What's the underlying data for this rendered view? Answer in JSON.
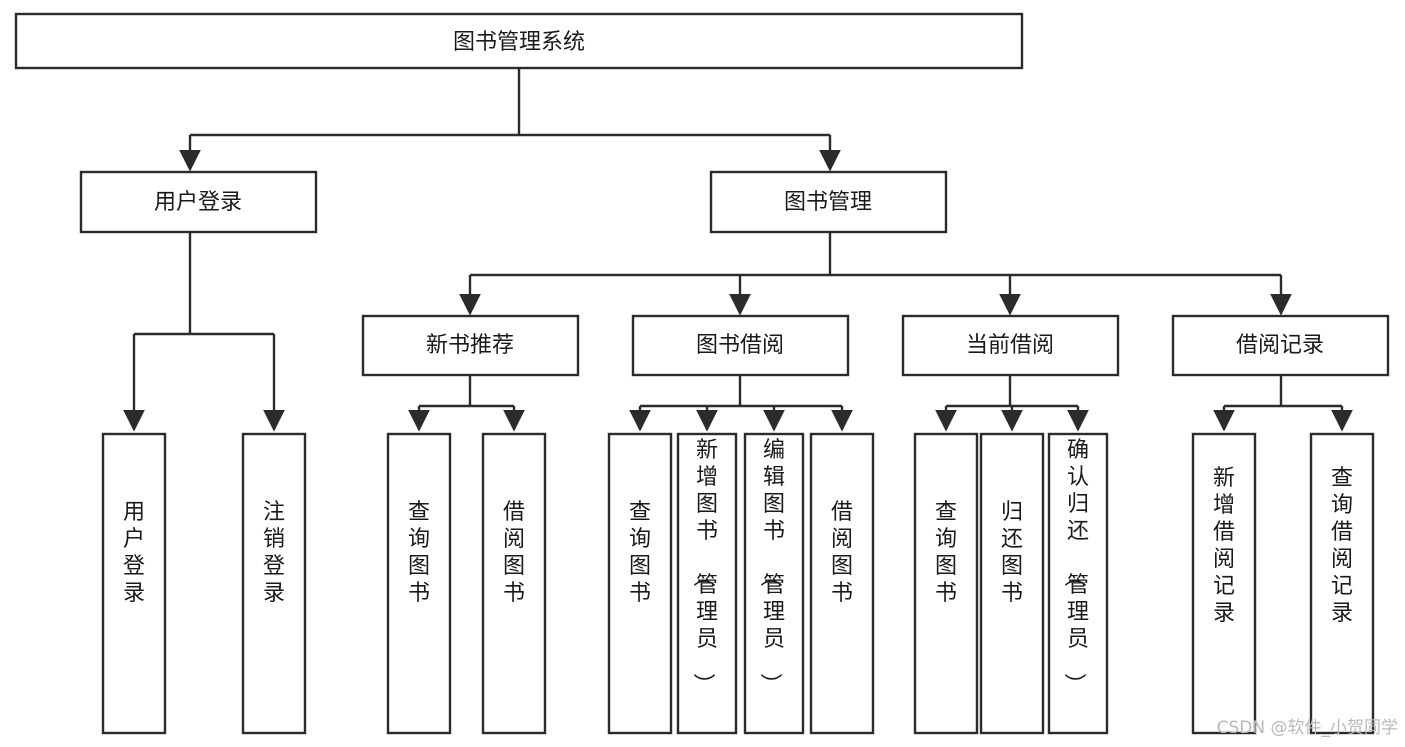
{
  "diagram": {
    "type": "tree-hierarchy-chart",
    "title": "图书管理系统",
    "stroke_color": "#2b2b2b",
    "fill_color": "#ffffff",
    "text_color": "#1a1a1a",
    "watermark": "CSDN @软件_小贺同学",
    "nodes": {
      "root": {
        "label": "图书管理系统",
        "orientation": "horizontal"
      },
      "level2": [
        {
          "id": "user-login",
          "label": "用户登录",
          "orientation": "horizontal"
        },
        {
          "id": "book-manage",
          "label": "图书管理",
          "orientation": "horizontal"
        }
      ],
      "level3": [
        {
          "id": "new-book-recommend",
          "label": "新书推荐",
          "orientation": "horizontal"
        },
        {
          "id": "book-borrow",
          "label": "图书借阅",
          "orientation": "horizontal"
        },
        {
          "id": "current-borrow",
          "label": "当前借阅",
          "orientation": "horizontal"
        },
        {
          "id": "borrow-record",
          "label": "借阅记录",
          "orientation": "horizontal"
        }
      ],
      "leaves": [
        {
          "id": "leaf-user-login",
          "label": "用户登录",
          "parent": "user-login",
          "orientation": "vertical"
        },
        {
          "id": "leaf-logout-login",
          "label": "注销登录",
          "parent": "user-login",
          "orientation": "vertical"
        },
        {
          "id": "leaf-query-book-1",
          "label": "查询图书",
          "parent": "new-book-recommend",
          "orientation": "vertical"
        },
        {
          "id": "leaf-borrow-book-1",
          "label": "借阅图书",
          "parent": "new-book-recommend",
          "orientation": "vertical"
        },
        {
          "id": "leaf-query-book-2",
          "label": "查询图书",
          "parent": "book-borrow",
          "orientation": "vertical"
        },
        {
          "id": "leaf-add-book",
          "label": "新增图书（管理员）",
          "parent": "book-borrow",
          "orientation": "vertical"
        },
        {
          "id": "leaf-edit-book",
          "label": "编辑图书（管理员）",
          "parent": "book-borrow",
          "orientation": "vertical"
        },
        {
          "id": "leaf-borrow-book-2",
          "label": "借阅图书",
          "parent": "book-borrow",
          "orientation": "vertical"
        },
        {
          "id": "leaf-query-book-3",
          "label": "查询图书",
          "parent": "current-borrow",
          "orientation": "vertical"
        },
        {
          "id": "leaf-return-book",
          "label": "归还图书",
          "parent": "current-borrow",
          "orientation": "vertical"
        },
        {
          "id": "leaf-confirm-return",
          "label": "确认归还（管理员）",
          "parent": "current-borrow",
          "orientation": "vertical"
        },
        {
          "id": "leaf-add-record",
          "label": "新增借阅记录",
          "parent": "borrow-record",
          "orientation": "vertical"
        },
        {
          "id": "leaf-query-record",
          "label": "查询借阅记录",
          "parent": "borrow-record",
          "orientation": "vertical"
        }
      ]
    }
  }
}
